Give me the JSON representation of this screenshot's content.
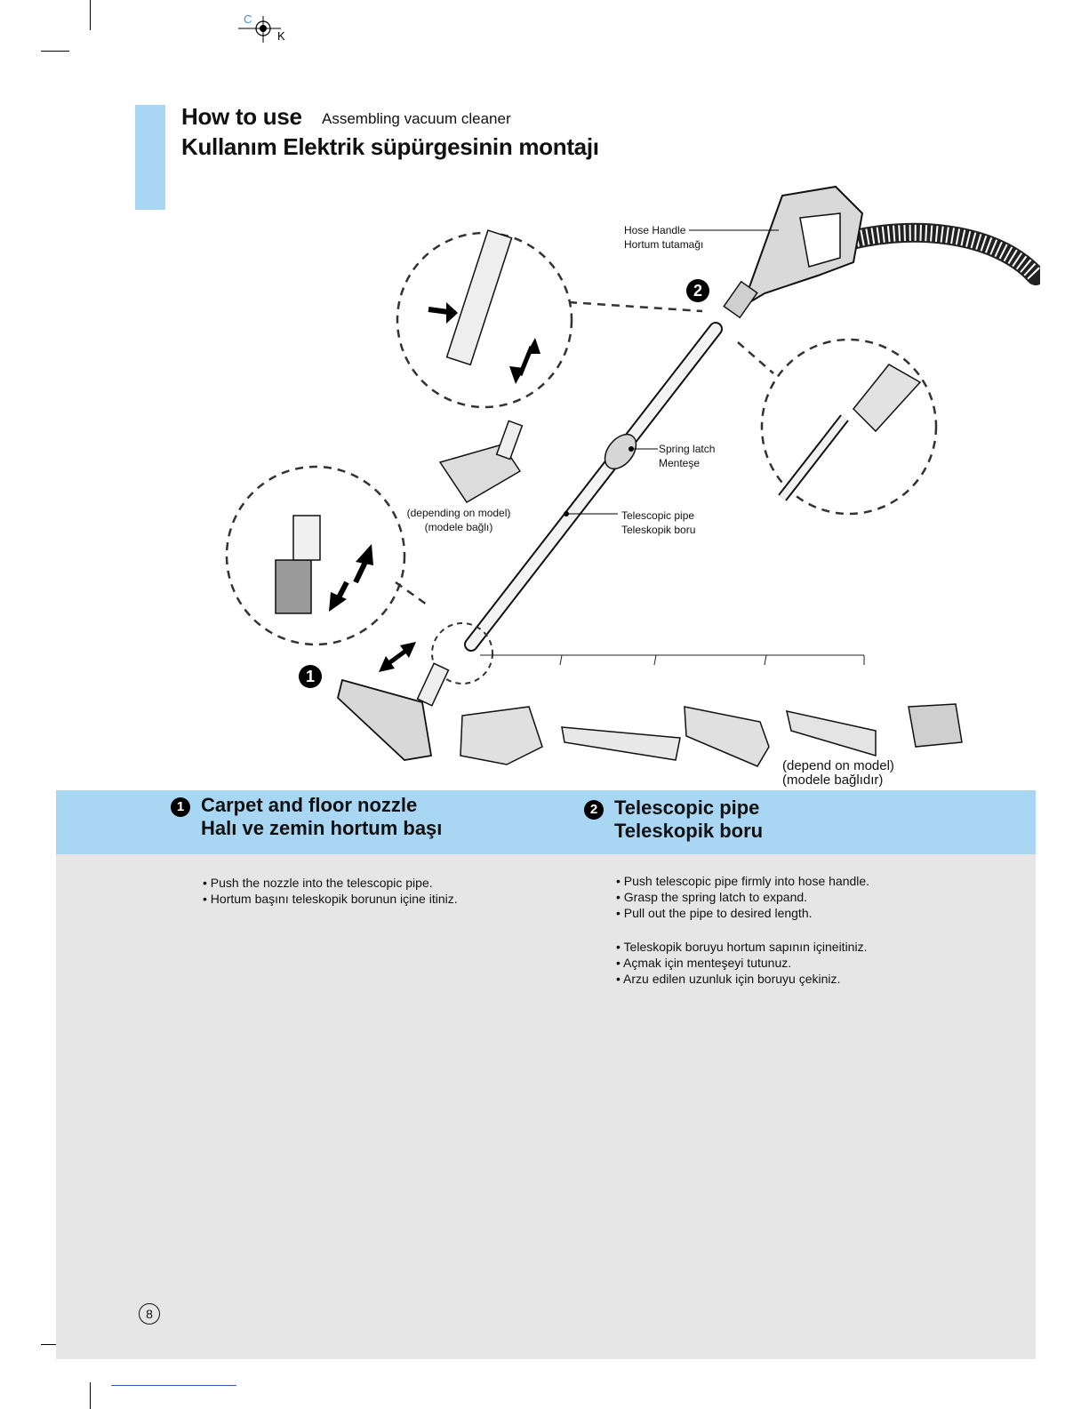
{
  "registration": {
    "c": "C",
    "k": "K"
  },
  "header": {
    "title_en": "How to use",
    "subtitle_en": "Assembling vacuum cleaner",
    "title_tr": "Kullanım Elektrik süpürgesinin montajı"
  },
  "diagram": {
    "step1": "1",
    "step2": "2",
    "hose_handle": {
      "en": "Hose Handle",
      "tr": "Hortum tutamağı"
    },
    "spring_latch": {
      "en": "Spring latch",
      "tr": "Menteşe"
    },
    "telescopic_pipe": {
      "en": "Telescopic pipe",
      "tr": "Teleskopik boru"
    },
    "depending_model": {
      "en": "(depending on model)",
      "tr": "(modele bağlı)"
    },
    "depend_model": {
      "en": "(depend on model)",
      "tr": "(modele bağlıdır)"
    }
  },
  "sections": [
    {
      "num": "1",
      "title_en": "Carpet and floor nozzle",
      "title_tr": "Halı ve zemin hortum başı",
      "bullets": [
        "Push the nozzle into the telescopic pipe.",
        "Hortum başını teleskopik borunun içine itiniz."
      ]
    },
    {
      "num": "2",
      "title_en": "Telescopic pipe",
      "title_tr": "Teleskopik boru",
      "bullets_en": [
        "Push telescopic pipe firmly into hose handle.",
        "Grasp the spring latch to expand.",
        "Pull out the pipe to desired length."
      ],
      "bullets_tr": [
        "Teleskopik boruyu hortum sapının içineitiniz.",
        "Açmak için menteşeyi tutunuz.",
        "Arzu edilen uzunluk için boruyu çekiniz."
      ]
    }
  ],
  "page_number": "8"
}
